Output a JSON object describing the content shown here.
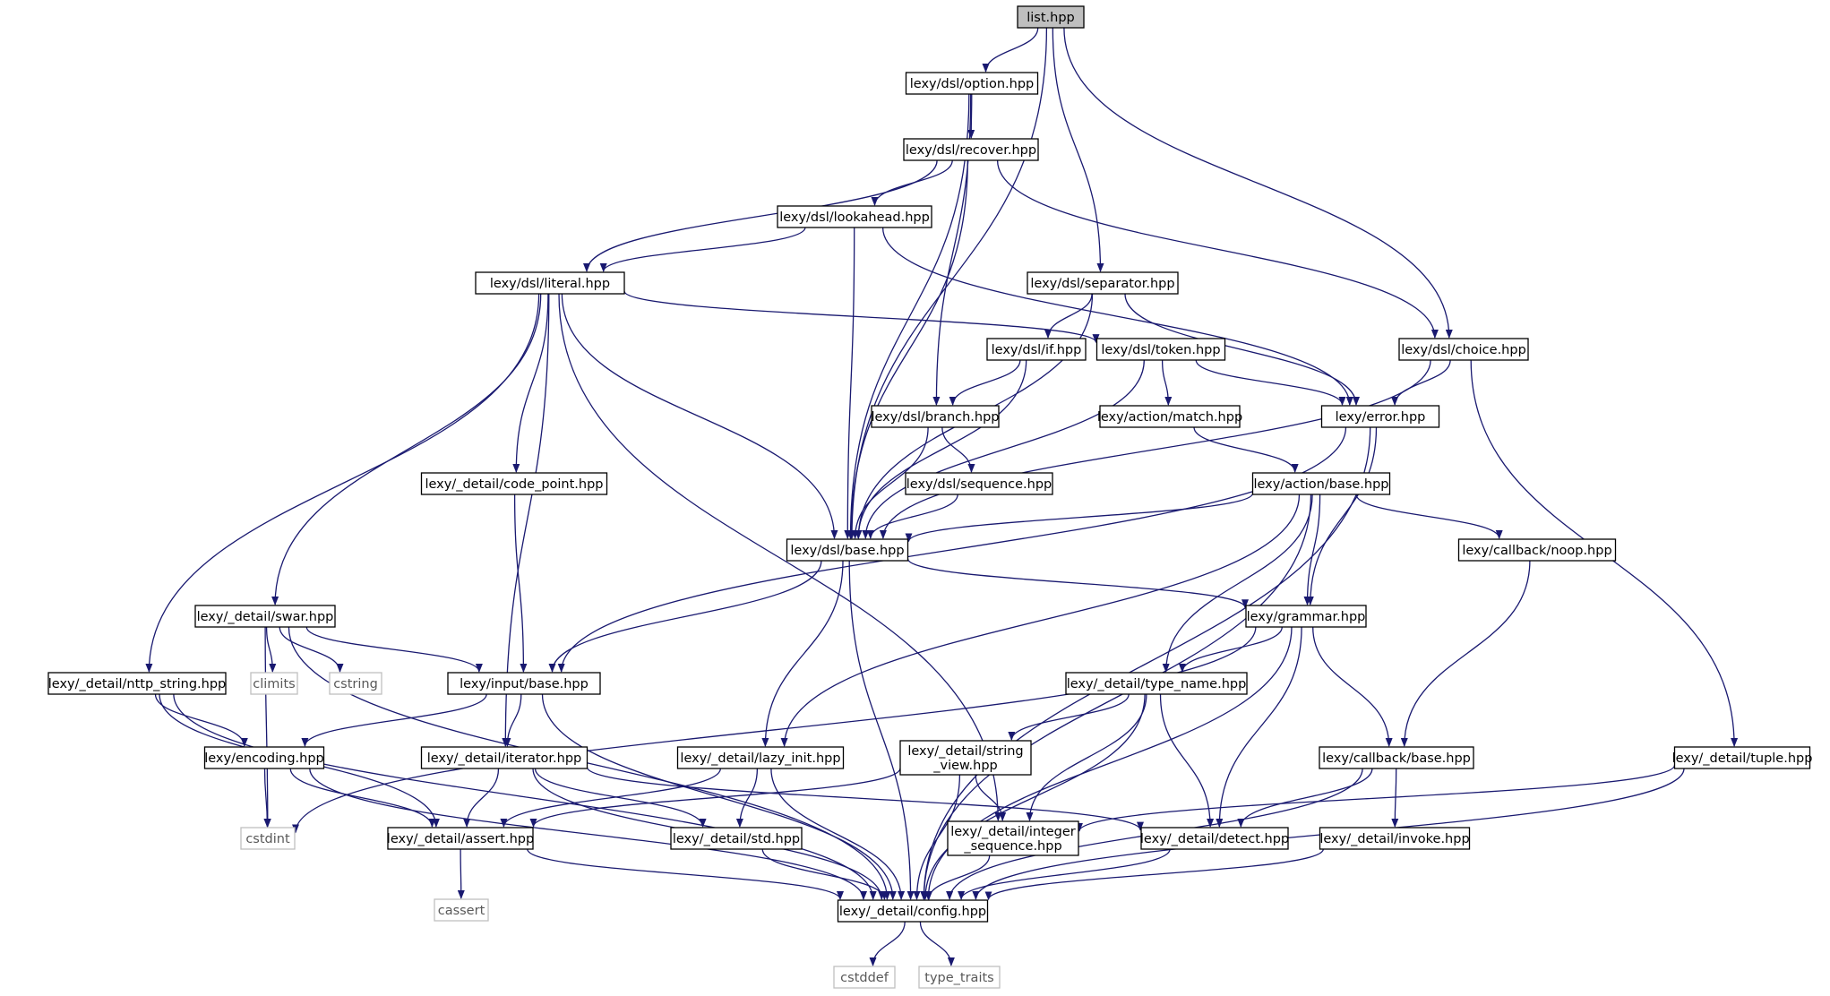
{
  "graph": {
    "edge_color": "#191970",
    "root_fill": "#bfbfbf",
    "system_border": "#bfbfbf",
    "nodes": [
      {
        "id": "list",
        "lines": [
          "list.hpp"
        ],
        "kind": "root"
      },
      {
        "id": "option",
        "lines": [
          "lexy/dsl/option.hpp"
        ],
        "kind": "header"
      },
      {
        "id": "recover",
        "lines": [
          "lexy/dsl/recover.hpp"
        ],
        "kind": "header"
      },
      {
        "id": "lookahead",
        "lines": [
          "lexy/dsl/lookahead.hpp"
        ],
        "kind": "header"
      },
      {
        "id": "literal",
        "lines": [
          "lexy/dsl/literal.hpp"
        ],
        "kind": "header"
      },
      {
        "id": "separator",
        "lines": [
          "lexy/dsl/separator.hpp"
        ],
        "kind": "header"
      },
      {
        "id": "choice",
        "lines": [
          "lexy/dsl/choice.hpp"
        ],
        "kind": "header"
      },
      {
        "id": "if",
        "lines": [
          "lexy/dsl/if.hpp"
        ],
        "kind": "header"
      },
      {
        "id": "token",
        "lines": [
          "lexy/dsl/token.hpp"
        ],
        "kind": "header"
      },
      {
        "id": "branch",
        "lines": [
          "lexy/dsl/branch.hpp"
        ],
        "kind": "header"
      },
      {
        "id": "match",
        "lines": [
          "lexy/action/match.hpp"
        ],
        "kind": "header"
      },
      {
        "id": "error",
        "lines": [
          "lexy/error.hpp"
        ],
        "kind": "header"
      },
      {
        "id": "code_point",
        "lines": [
          "lexy/_detail/code_point.hpp"
        ],
        "kind": "header"
      },
      {
        "id": "sequence",
        "lines": [
          "lexy/dsl/sequence.hpp"
        ],
        "kind": "header"
      },
      {
        "id": "action_base",
        "lines": [
          "lexy/action/base.hpp"
        ],
        "kind": "header"
      },
      {
        "id": "dsl_base",
        "lines": [
          "lexy/dsl/base.hpp"
        ],
        "kind": "header"
      },
      {
        "id": "noop",
        "lines": [
          "lexy/callback/noop.hpp"
        ],
        "kind": "header"
      },
      {
        "id": "swar",
        "lines": [
          "lexy/_detail/swar.hpp"
        ],
        "kind": "header"
      },
      {
        "id": "grammar",
        "lines": [
          "lexy/grammar.hpp"
        ],
        "kind": "header"
      },
      {
        "id": "nttp_string",
        "lines": [
          "lexy/_detail/nttp_string.hpp"
        ],
        "kind": "header"
      },
      {
        "id": "climits",
        "lines": [
          "climits"
        ],
        "kind": "system"
      },
      {
        "id": "cstring",
        "lines": [
          "cstring"
        ],
        "kind": "system"
      },
      {
        "id": "input_base",
        "lines": [
          "lexy/input/base.hpp"
        ],
        "kind": "header"
      },
      {
        "id": "type_name",
        "lines": [
          "lexy/_detail/type_name.hpp"
        ],
        "kind": "header"
      },
      {
        "id": "encoding",
        "lines": [
          "lexy/encoding.hpp"
        ],
        "kind": "header"
      },
      {
        "id": "iterator",
        "lines": [
          "lexy/_detail/iterator.hpp"
        ],
        "kind": "header"
      },
      {
        "id": "lazy_init",
        "lines": [
          "lexy/_detail/lazy_init.hpp"
        ],
        "kind": "header"
      },
      {
        "id": "string_view",
        "lines": [
          "lexy/_detail/string",
          "_view.hpp"
        ],
        "kind": "header"
      },
      {
        "id": "callback_base",
        "lines": [
          "lexy/callback/base.hpp"
        ],
        "kind": "header"
      },
      {
        "id": "tuple",
        "lines": [
          "lexy/_detail/tuple.hpp"
        ],
        "kind": "header"
      },
      {
        "id": "cstdint",
        "lines": [
          "cstdint"
        ],
        "kind": "system"
      },
      {
        "id": "assert",
        "lines": [
          "lexy/_detail/assert.hpp"
        ],
        "kind": "header"
      },
      {
        "id": "std",
        "lines": [
          "lexy/_detail/std.hpp"
        ],
        "kind": "header"
      },
      {
        "id": "integer_sequence",
        "lines": [
          "lexy/_detail/integer",
          "_sequence.hpp"
        ],
        "kind": "header"
      },
      {
        "id": "detect",
        "lines": [
          "lexy/_detail/detect.hpp"
        ],
        "kind": "header"
      },
      {
        "id": "invoke",
        "lines": [
          "lexy/_detail/invoke.hpp"
        ],
        "kind": "header"
      },
      {
        "id": "cassert",
        "lines": [
          "cassert"
        ],
        "kind": "system"
      },
      {
        "id": "config",
        "lines": [
          "lexy/_detail/config.hpp"
        ],
        "kind": "header"
      },
      {
        "id": "cstddef",
        "lines": [
          "cstddef"
        ],
        "kind": "system"
      },
      {
        "id": "type_traits",
        "lines": [
          "type_traits"
        ],
        "kind": "system"
      }
    ],
    "edges": [
      [
        "list",
        "option"
      ],
      [
        "list",
        "dsl_base"
      ],
      [
        "list",
        "separator"
      ],
      [
        "list",
        "choice"
      ],
      [
        "option",
        "recover"
      ],
      [
        "option",
        "dsl_base"
      ],
      [
        "option",
        "branch"
      ],
      [
        "recover",
        "lookahead"
      ],
      [
        "recover",
        "literal"
      ],
      [
        "recover",
        "dsl_base"
      ],
      [
        "recover",
        "choice"
      ],
      [
        "lookahead",
        "literal"
      ],
      [
        "lookahead",
        "dsl_base"
      ],
      [
        "lookahead",
        "error"
      ],
      [
        "literal",
        "token"
      ],
      [
        "literal",
        "dsl_base"
      ],
      [
        "literal",
        "code_point"
      ],
      [
        "literal",
        "swar"
      ],
      [
        "literal",
        "nttp_string"
      ],
      [
        "literal",
        "iterator"
      ],
      [
        "literal",
        "integer_sequence"
      ],
      [
        "separator",
        "if"
      ],
      [
        "separator",
        "error"
      ],
      [
        "separator",
        "dsl_base"
      ],
      [
        "choice",
        "error"
      ],
      [
        "choice",
        "dsl_base"
      ],
      [
        "choice",
        "tuple"
      ],
      [
        "if",
        "branch"
      ],
      [
        "if",
        "dsl_base"
      ],
      [
        "token",
        "match"
      ],
      [
        "token",
        "error"
      ],
      [
        "token",
        "dsl_base"
      ],
      [
        "branch",
        "sequence"
      ],
      [
        "branch",
        "dsl_base"
      ],
      [
        "match",
        "action_base"
      ],
      [
        "error",
        "input_base"
      ],
      [
        "error",
        "grammar"
      ],
      [
        "error",
        "config"
      ],
      [
        "code_point",
        "input_base"
      ],
      [
        "sequence",
        "dsl_base"
      ],
      [
        "action_base",
        "dsl_base"
      ],
      [
        "action_base",
        "noop"
      ],
      [
        "action_base",
        "grammar"
      ],
      [
        "action_base",
        "type_name"
      ],
      [
        "action_base",
        "lazy_init"
      ],
      [
        "action_base",
        "config"
      ],
      [
        "dsl_base",
        "input_base"
      ],
      [
        "dsl_base",
        "grammar"
      ],
      [
        "dsl_base",
        "lazy_init"
      ],
      [
        "dsl_base",
        "config"
      ],
      [
        "noop",
        "callback_base"
      ],
      [
        "swar",
        "climits"
      ],
      [
        "swar",
        "cstring"
      ],
      [
        "swar",
        "input_base"
      ],
      [
        "swar",
        "cstdint"
      ],
      [
        "swar",
        "config"
      ],
      [
        "grammar",
        "type_name"
      ],
      [
        "grammar",
        "callback_base"
      ],
      [
        "grammar",
        "detect"
      ],
      [
        "grammar",
        "cstdint"
      ],
      [
        "grammar",
        "config"
      ],
      [
        "nttp_string",
        "encoding"
      ],
      [
        "nttp_string",
        "assert"
      ],
      [
        "nttp_string",
        "config"
      ],
      [
        "input_base",
        "encoding"
      ],
      [
        "input_base",
        "iterator"
      ],
      [
        "input_base",
        "config"
      ],
      [
        "type_name",
        "string_view"
      ],
      [
        "type_name",
        "integer_sequence"
      ],
      [
        "type_name",
        "detect"
      ],
      [
        "type_name",
        "config"
      ],
      [
        "encoding",
        "cstdint"
      ],
      [
        "encoding",
        "assert"
      ],
      [
        "encoding",
        "config"
      ],
      [
        "iterator",
        "assert"
      ],
      [
        "iterator",
        "std"
      ],
      [
        "iterator",
        "detect"
      ],
      [
        "iterator",
        "config"
      ],
      [
        "lazy_init",
        "assert"
      ],
      [
        "lazy_init",
        "std"
      ],
      [
        "lazy_init",
        "config"
      ],
      [
        "string_view",
        "assert"
      ],
      [
        "string_view",
        "integer_sequence"
      ],
      [
        "string_view",
        "config"
      ],
      [
        "callback_base",
        "detect"
      ],
      [
        "callback_base",
        "invoke"
      ],
      [
        "callback_base",
        "config"
      ],
      [
        "tuple",
        "integer_sequence"
      ],
      [
        "tuple",
        "config"
      ],
      [
        "assert",
        "cassert"
      ],
      [
        "assert",
        "config"
      ],
      [
        "std",
        "config"
      ],
      [
        "integer_sequence",
        "config"
      ],
      [
        "detect",
        "config"
      ],
      [
        "invoke",
        "config"
      ],
      [
        "config",
        "cstddef"
      ],
      [
        "config",
        "type_traits"
      ]
    ]
  }
}
